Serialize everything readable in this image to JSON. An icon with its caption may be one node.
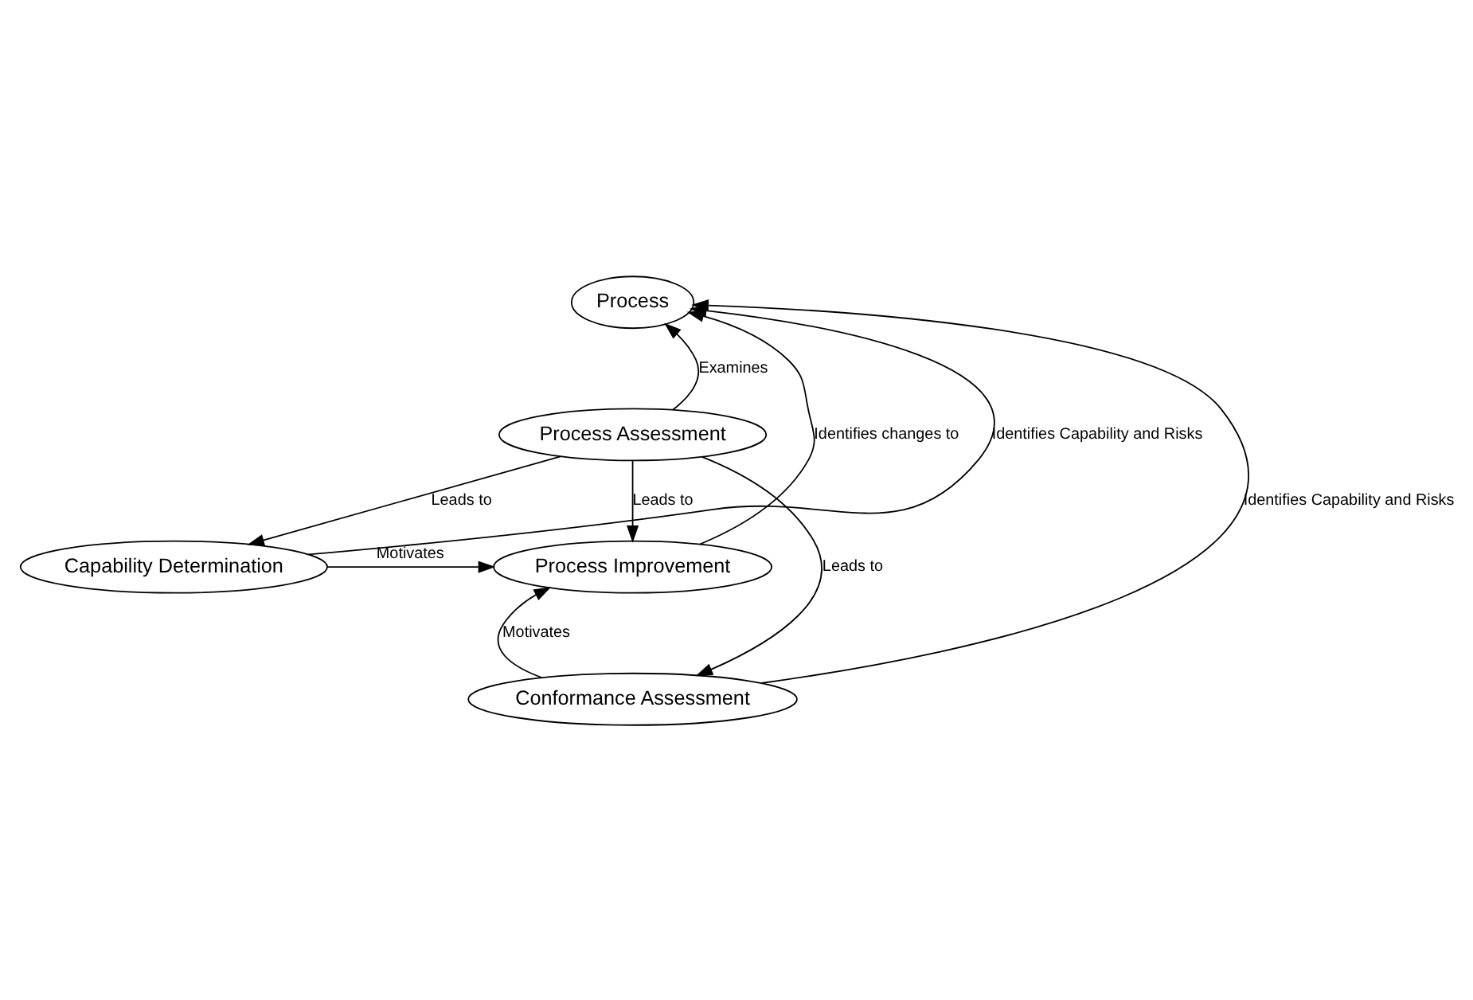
{
  "diagram": {
    "nodes": [
      {
        "text": [
          "Process"
        ]
      },
      {
        "text": [
          "Process Assessment"
        ]
      },
      {
        "text": [
          "Process Improvement"
        ]
      },
      {
        "text": [
          "Capability Determination"
        ]
      },
      {
        "text": [
          "Conformance Assessment"
        ]
      }
    ],
    "edges": [
      {
        "from": 1,
        "to": 0,
        "arrow": "to",
        "label": "Examines"
      },
      {
        "from": 2,
        "to": 0,
        "arrow": "to",
        "label": "Identifies changes to"
      },
      {
        "from": 4,
        "to": 0,
        "arrow": "to",
        "label": "Identifies Capability and Risks"
      },
      {
        "from": 3,
        "to": 0,
        "arrow": "to",
        "label": "Identifies Capability and Risks"
      },
      {
        "from": 1,
        "to": 2,
        "arrow": "to",
        "label": "Leads to"
      },
      {
        "from": 1,
        "to": 3,
        "arrow": "to",
        "label": "Leads to"
      },
      {
        "from": 1,
        "to": 4,
        "arrow": "to",
        "label": "Leads to"
      },
      {
        "from": 4,
        "to": 2,
        "arrow": "to",
        "label": "Motivates"
      },
      {
        "from": 3,
        "to": 2,
        "arrow": "to",
        "label": "Motivates"
      }
    ]
  }
}
